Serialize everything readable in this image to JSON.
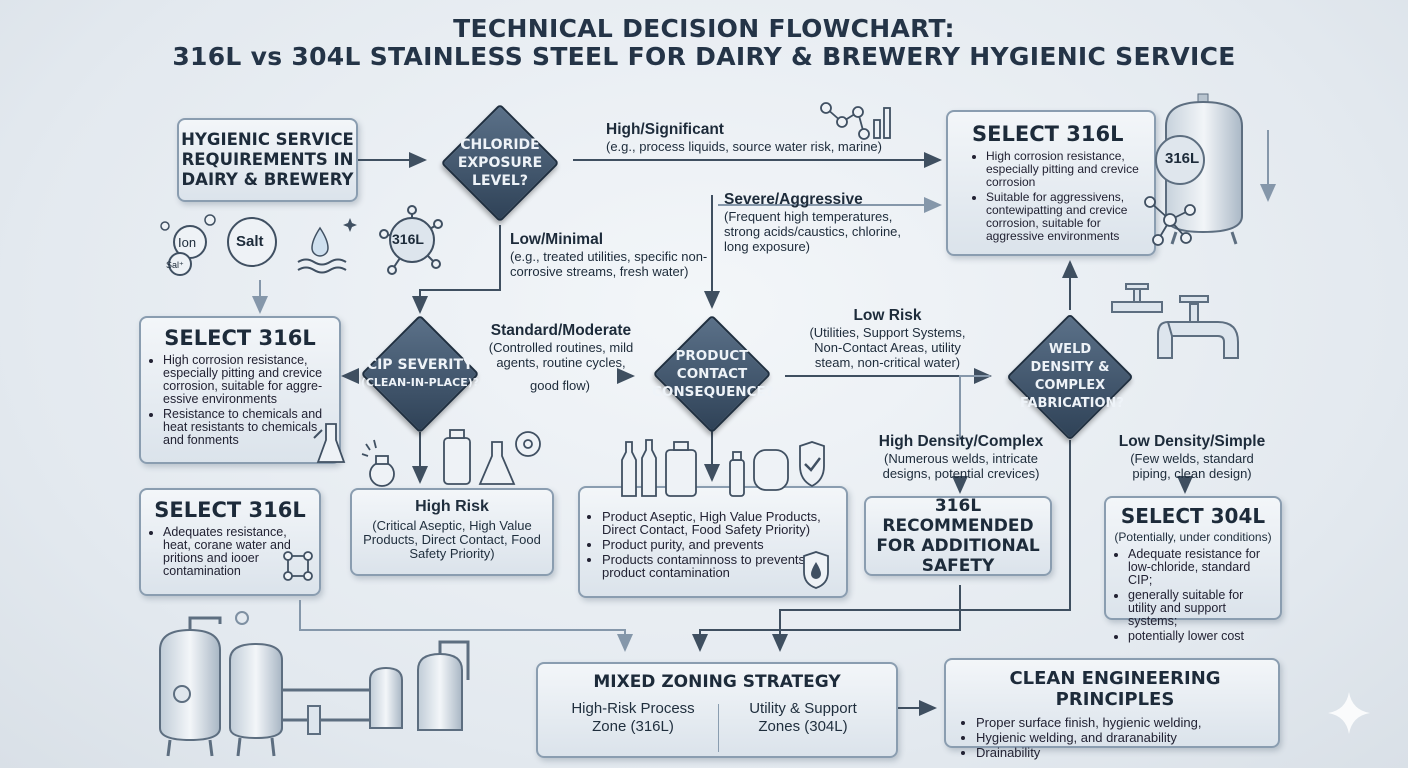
{
  "title": {
    "line1": "TECHNICAL DECISION FLOWCHART:",
    "line2": "316L vs 304L STAINLESS STEEL FOR DAIRY & BREWERY HYGIENIC SERVICE"
  },
  "start_box": "HYGIENIC SERVICE REQUIREMENTS IN DAIRY & BREWERY",
  "decisions": {
    "chloride": "CHLORIDE EXPOSURE LEVEL?",
    "cip_main": "CIP SEVERITY",
    "cip_sub": "(CLEAN-IN-PLACE)?",
    "product": "PRODUCT CONTACT CONSEQUENCE?",
    "weld": "WELD DENSITY & COMPLEX FABRICATION?"
  },
  "labels": {
    "high_sig_title": "High/Significant",
    "high_sig_desc": "(e.g., process liquids, source water risk, marine)",
    "low_min_title": "Low/Minimal",
    "low_min_desc": "(e.g., treated utilities, specific non-corrosive streams, fresh water)",
    "severe_title": "Severe/Aggressive",
    "severe_desc": "(Frequent high temperatures, strong acids/caustics, chlorine, long exposure)",
    "standard_title": "Standard/Moderate",
    "standard_desc": "(Controlled routines, mild agents, routine cycles,",
    "good_flow": "good flow)",
    "low_risk_title": "Low Risk",
    "low_risk_desc": "(Utilities, Support Systems, Non-Contact Areas, utility steam, non-critical water)",
    "high_density_title": "High Density/Complex",
    "high_density_desc": "(Numerous welds, intricate designs, potential crevices)",
    "low_density_title": "Low Density/Simple",
    "low_density_desc": "(Few welds, standard piping, clean design)"
  },
  "icons": {
    "ion": "Ion",
    "salt": "Salt",
    "salt_ion": "Sal⁺",
    "badge_316l": "316L",
    "tank_badge": "316L"
  },
  "select_316l_top": {
    "heading": "SELECT 316L",
    "items": [
      "High corrosion resistance, especially pitting and crevice corrosion",
      "Suitable for aggressivens, contewipatting and crevice corrosion, suitable for aggressive environments"
    ]
  },
  "select_316l_left": {
    "heading": "SELECT 316L",
    "items": [
      "High corrosion resistance, especially pitting and crevice corrosion, suitable for aggre-essive environments",
      "Resistance to chemicals and heat resistants to chemicals and fonments"
    ]
  },
  "select_316l_bottom": {
    "heading": "SELECT 316L",
    "items": [
      "Adequates resistance, heat, corane water and pritions and iooer contamination"
    ]
  },
  "high_risk_box": {
    "title": "High Risk",
    "desc": "(Critical Aseptic, High Value Products, Direct Contact, Food Safety Priority)"
  },
  "product_box": {
    "items": [
      "Product Aseptic, High Value Products, Direct Contact, Food Safety Priority)",
      "Product purity, and prevents",
      "Products contaminnoss to prevents product contamination"
    ]
  },
  "recommend_box": "316L RECOMMENDED FOR ADDITIONAL SAFETY",
  "select_304l": {
    "heading": "SELECT 304L",
    "sub": "(Potentially, under conditions)",
    "items": [
      "Adequate resistance for low-chloride, standard CIP;",
      "generally suitable for utility and support systems;",
      "potentially lower cost"
    ]
  },
  "mixed": {
    "heading": "MIXED ZONING STRATEGY",
    "left": "High-Risk Process Zone (316L)",
    "right": "Utility & Support Zones (304L)"
  },
  "clean": {
    "heading": "CLEAN ENGINEERING PRINCIPLES",
    "items": [
      "Proper surface finish, hygienic welding,",
      "Hygienic welding, and draranability",
      "Drainability"
    ]
  },
  "colors": {
    "diamond": "#3f546b",
    "arrow": "#4a5a6b",
    "box_border": "#8a9db0",
    "background": "#e8edf2"
  }
}
